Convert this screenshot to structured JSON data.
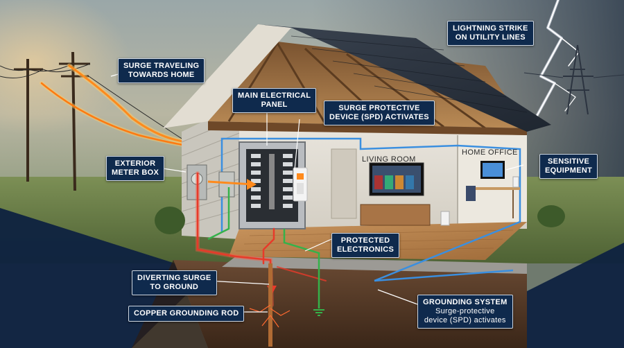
{
  "labels": {
    "surge_traveling": [
      "Surge traveling",
      "towards home"
    ],
    "lightning_strike": [
      "Lightning strike",
      "on utility lines"
    ],
    "main_panel": [
      "Main electrical",
      "panel"
    ],
    "spd_activates": [
      "Surge protective",
      "device (SPD) activates"
    ],
    "exterior_meter": [
      "Exterior",
      "meter box"
    ],
    "sensitive_equipment": [
      "Sensitive",
      "equipment"
    ],
    "protected_electronics": [
      "Protected",
      "electronics"
    ],
    "diverting_surge": [
      "Diverting surge",
      "to ground"
    ],
    "copper_rod": "Copper grounding rod",
    "grounding_system": {
      "title": "Grounding system",
      "sub": [
        "Surge-protective",
        "device (SPD) activates"
      ]
    }
  },
  "rooms": {
    "living_room": "LIVING ROOM",
    "home_office": "HOME OFFICE"
  },
  "colors": {
    "surge": "#ff8a1c",
    "surge_red": "#e83a2a",
    "ground_wire": "#35b24a",
    "network_wire": "#3a8fe0",
    "label_bg": "#0f2a4d"
  }
}
